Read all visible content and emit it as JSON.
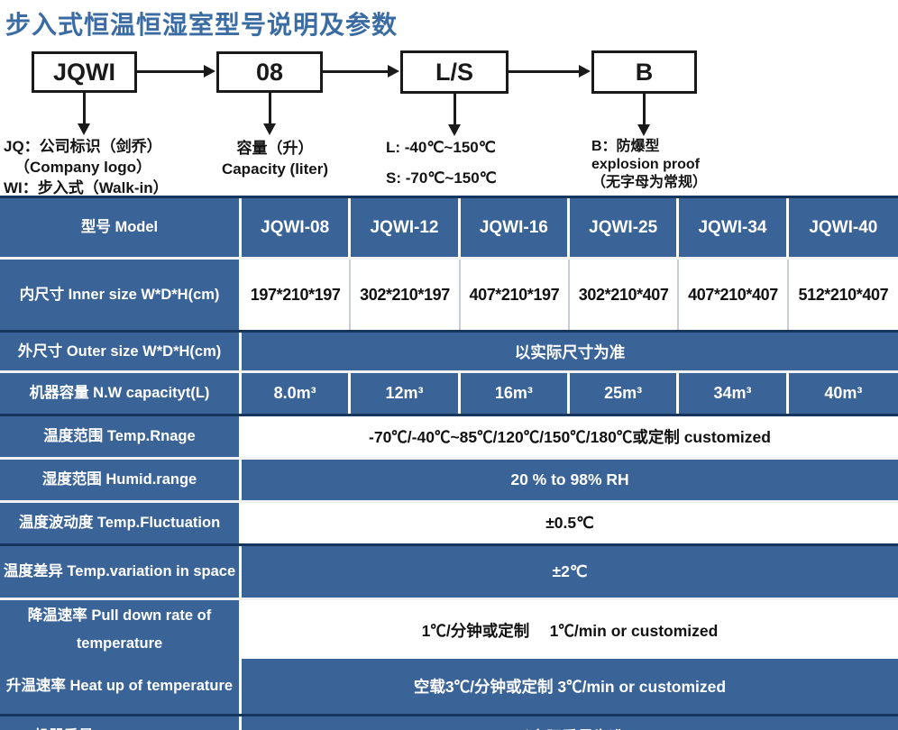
{
  "page": {
    "title": "步入式恒温恒湿室型号说明及参数"
  },
  "colors": {
    "table_blue": "#3a6397",
    "border_navy": "#17365d",
    "title_blue": "#3a6ca3"
  },
  "diagram": {
    "boxes": {
      "company": "JQWI",
      "capacity": "08",
      "range": "L/S",
      "explosion": "B"
    },
    "notes": {
      "jqwi": [
        "JQ：公司标识（剑乔）",
        "（Company logo）",
        "WI：步入式（Walk-in）"
      ],
      "capacity": [
        "容量（升）",
        "Capacity (liter)"
      ],
      "ls": [
        "L: -40℃~150℃",
        "S: -70℃~150℃"
      ],
      "b": [
        "B：防爆型",
        "explosion proof",
        "（无字母为常规）"
      ]
    }
  },
  "table": {
    "header": {
      "label": "型号 Model",
      "models": [
        "JQWI-08",
        "JQWI-12",
        "JQWI-16",
        "JQWI-25",
        "JQWI-34",
        "JQWI-40"
      ]
    },
    "rows": [
      {
        "label": "内尺寸 Inner size W*D*H(cm)",
        "values": [
          "197*210*197",
          "302*210*197",
          "407*210*197",
          "302*210*407",
          "407*210*407",
          "512*210*407"
        ]
      },
      {
        "label": "外尺寸 Outer size W*D*H(cm)",
        "span": "以实际尺寸为准"
      },
      {
        "label": "机器容量 N.W capacityt(L)",
        "values": [
          "8.0m³",
          "12m³",
          "16m³",
          "25m³",
          "34m³",
          "40m³"
        ]
      },
      {
        "label": "温度范围 Temp.Rnage",
        "span": "-70℃/-40℃~85℃/120℃/150℃/180℃或定制 customized"
      },
      {
        "label": "湿度范围 Humid.range",
        "span": "20 % to 98% RH"
      },
      {
        "label": "温度波动度 Temp.Fluctuation",
        "span": "±0.5℃"
      },
      {
        "label": "温度差异 Temp.variation in space",
        "span": "±2℃"
      },
      {
        "label": "降温速率 Pull down rate of temperature",
        "span": "1℃/分钟或定制　 1℃/min or customized"
      },
      {
        "label": "升温速率 Heat up of temperature",
        "span": "空载3℃/分钟或定制 3℃/min or customized"
      },
      {
        "label": "机器重量 N.W weight(kg)",
        "span": "以实际重量为准"
      }
    ]
  }
}
